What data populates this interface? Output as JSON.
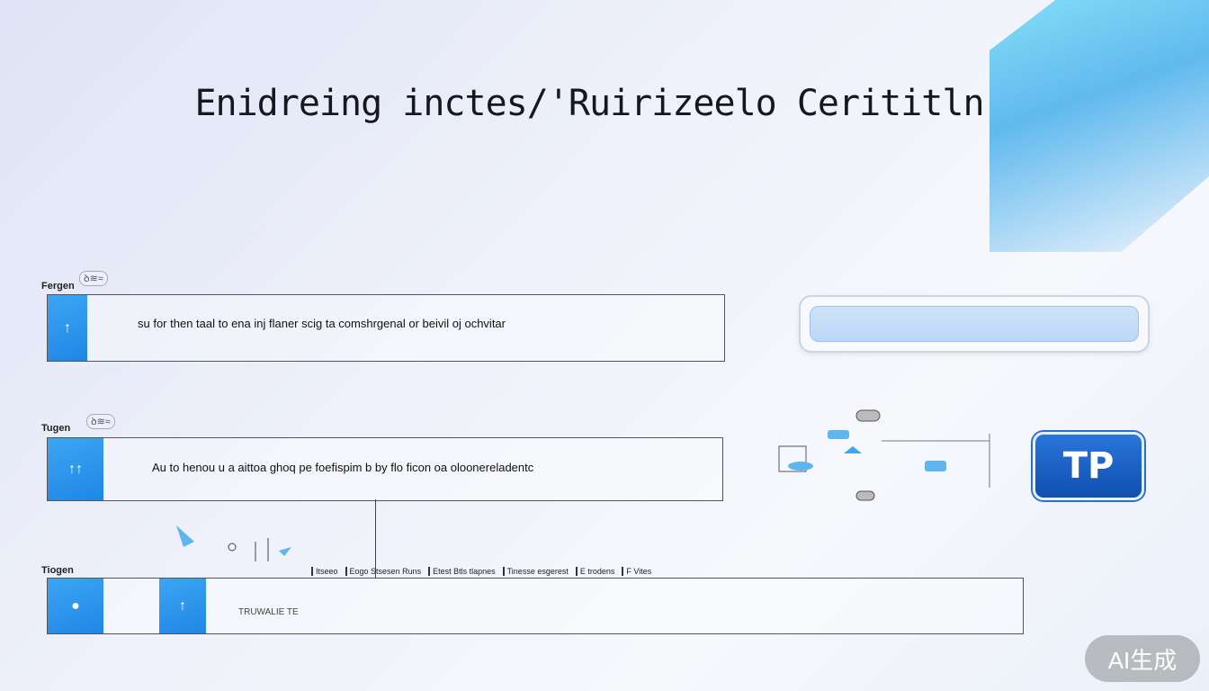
{
  "title": "Enidreing inctes/'Ruirizeelo Cerititln",
  "rows": [
    {
      "label": "Fergen",
      "tag": "ꝺ≋≈",
      "text": "su for then taal to ena inj flaner scig ta comshrgenal or beivil oj ochvitar",
      "icon": "↑"
    },
    {
      "label": "Tugen",
      "tag": "ꝺ≋≈",
      "text": "Au to henou u a aittoa ghoq pe foefispim b by flo ficon oa oloonereladentc",
      "icon": "↑↑"
    },
    {
      "label": "Tiogen",
      "tag": "",
      "text": "TRUWALIE TE",
      "icon": "↑"
    }
  ],
  "tag_strip": [
    "Itseeo",
    "Eogo  Stsesen Runs",
    "Etest Btls tlapnes",
    "Tinesse esgerest",
    "E trodens",
    "F Vites"
  ],
  "tp_badge": "TP",
  "ai_badge": "AI生成",
  "colors": {
    "accent": "#1f86e6",
    "badge": "#0f4fb0"
  }
}
